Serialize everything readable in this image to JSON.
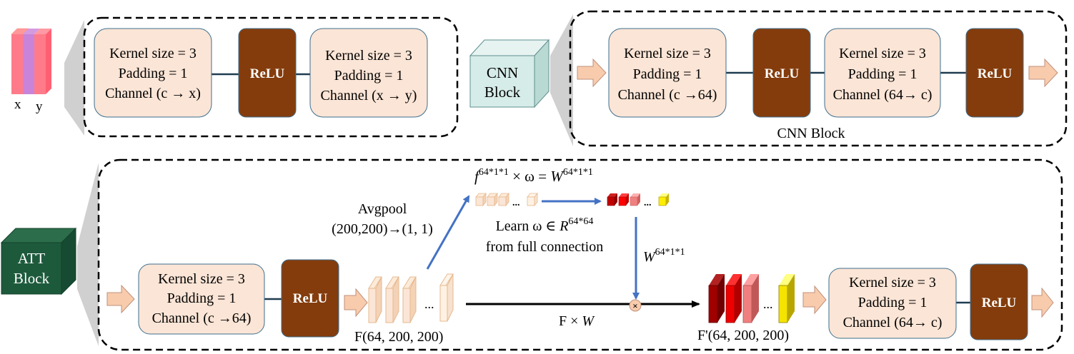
{
  "top_left": {
    "input_labels": [
      "x",
      "y"
    ],
    "conv1": {
      "line1": "Kernel size = 3",
      "line2": "Padding = 1",
      "line3": "Channel (c → x)"
    },
    "relu": "ReLU",
    "conv2": {
      "line1": "Kernel size = 3",
      "line2": "Padding = 1",
      "line3": "Channel (x → y)"
    }
  },
  "cnn_cube_label": [
    "CNN",
    "Block"
  ],
  "cnn_block": {
    "caption": "CNN Block",
    "conv1": {
      "line1": "Kernel size = 3",
      "line2": "Padding = 1",
      "line3": "Channel (c →64)"
    },
    "relu1": "ReLU",
    "conv2": {
      "line1": "Kernel size = 3",
      "line2": "Padding = 1",
      "line3": "Channel (64→ c)"
    },
    "relu2": "ReLU"
  },
  "att_cube_label": [
    "ATT",
    "Block"
  ],
  "att_block": {
    "conv1": {
      "line1": "Kernel size = 3",
      "line2": "Padding = 1",
      "line3": "Channel (c →64)"
    },
    "relu1": "ReLU",
    "feature_label": "F(64, 200, 200)",
    "avgpool_line1": "Avgpool",
    "avgpool_line2": "(200,200)→(1, 1)",
    "formula_f": "f",
    "formula_f_sup": "64*1*1",
    "formula_times": " × ω = ",
    "formula_w": "W",
    "formula_w_sup": "64*1*1",
    "learn_line1": "Learn ω ∈ ",
    "learn_R": "R",
    "learn_R_sup": "64*64",
    "learn_line2": "from full connection",
    "weight_label": "W",
    "weight_sup": "64*1*1",
    "product_label": "F × ",
    "product_W": "W",
    "out_feature_label": "F'(64, 200, 200)",
    "ellipsis": "...",
    "conv2": {
      "line1": "Kernel size = 3",
      "line2": "Padding = 1",
      "line3": "Channel (64→ c)"
    },
    "relu2": "ReLU"
  },
  "colors": {
    "conv_fill": "#fbe5d6",
    "relu_fill": "#843c0c",
    "cnn_cube": "#d6ece8",
    "att_cube": "#1d5a3c",
    "arrow_fill": "#f8cbad",
    "blue_arrow": "#4472c4"
  }
}
